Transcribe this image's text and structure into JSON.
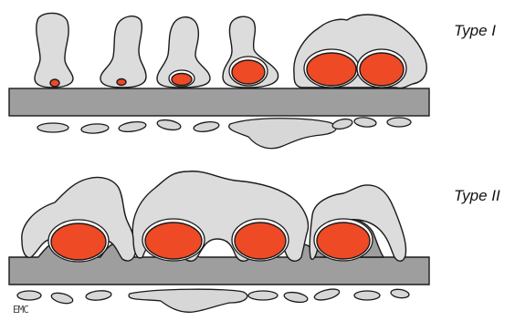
{
  "labels": {
    "type_1": "Type I",
    "type_2": "Type II",
    "signature": "EMC"
  },
  "colors": {
    "cytoplasm": "#dcdcdc",
    "membrane_plate": "#9e9e9e",
    "nucleus": "#ee4a25",
    "outline": "#1a1a1a"
  }
}
